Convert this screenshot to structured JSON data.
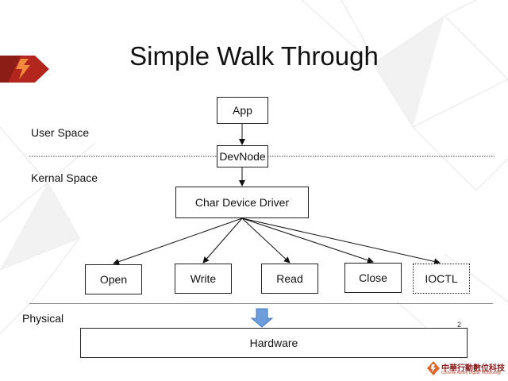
{
  "slide": {
    "title": "Simple Walk Through",
    "page_number": "2"
  },
  "zones": {
    "user_space": "User Space",
    "kernel_space": "Kernal Space",
    "physical": "Physical"
  },
  "nodes": {
    "app": "App",
    "devnode": "DevNode",
    "driver": "Char Device Driver",
    "open": "Open",
    "write": "Write",
    "read": "Read",
    "close": "Close",
    "ioctl": "IOCTL",
    "hardware": "Hardware"
  },
  "edges": [
    {
      "from": "app",
      "to": "devnode"
    },
    {
      "from": "devnode",
      "to": "driver"
    },
    {
      "from": "driver",
      "to": "open"
    },
    {
      "from": "driver",
      "to": "write"
    },
    {
      "from": "driver",
      "to": "read"
    },
    {
      "from": "driver",
      "to": "close"
    },
    {
      "from": "driver",
      "to": "ioctl"
    },
    {
      "from": "driver",
      "to": "hardware",
      "style": "block-arrow"
    }
  ],
  "brand": {
    "name": "中華行動數位科技",
    "subtitle": "Chinese Action Digital Technology"
  },
  "colors": {
    "logo_orange": "#e0672a",
    "logo_red": "#b3261e",
    "block_arrow": "#6d9ddb"
  },
  "icons": {
    "logo": "logo-icon",
    "brand": "brand-logo-icon"
  }
}
